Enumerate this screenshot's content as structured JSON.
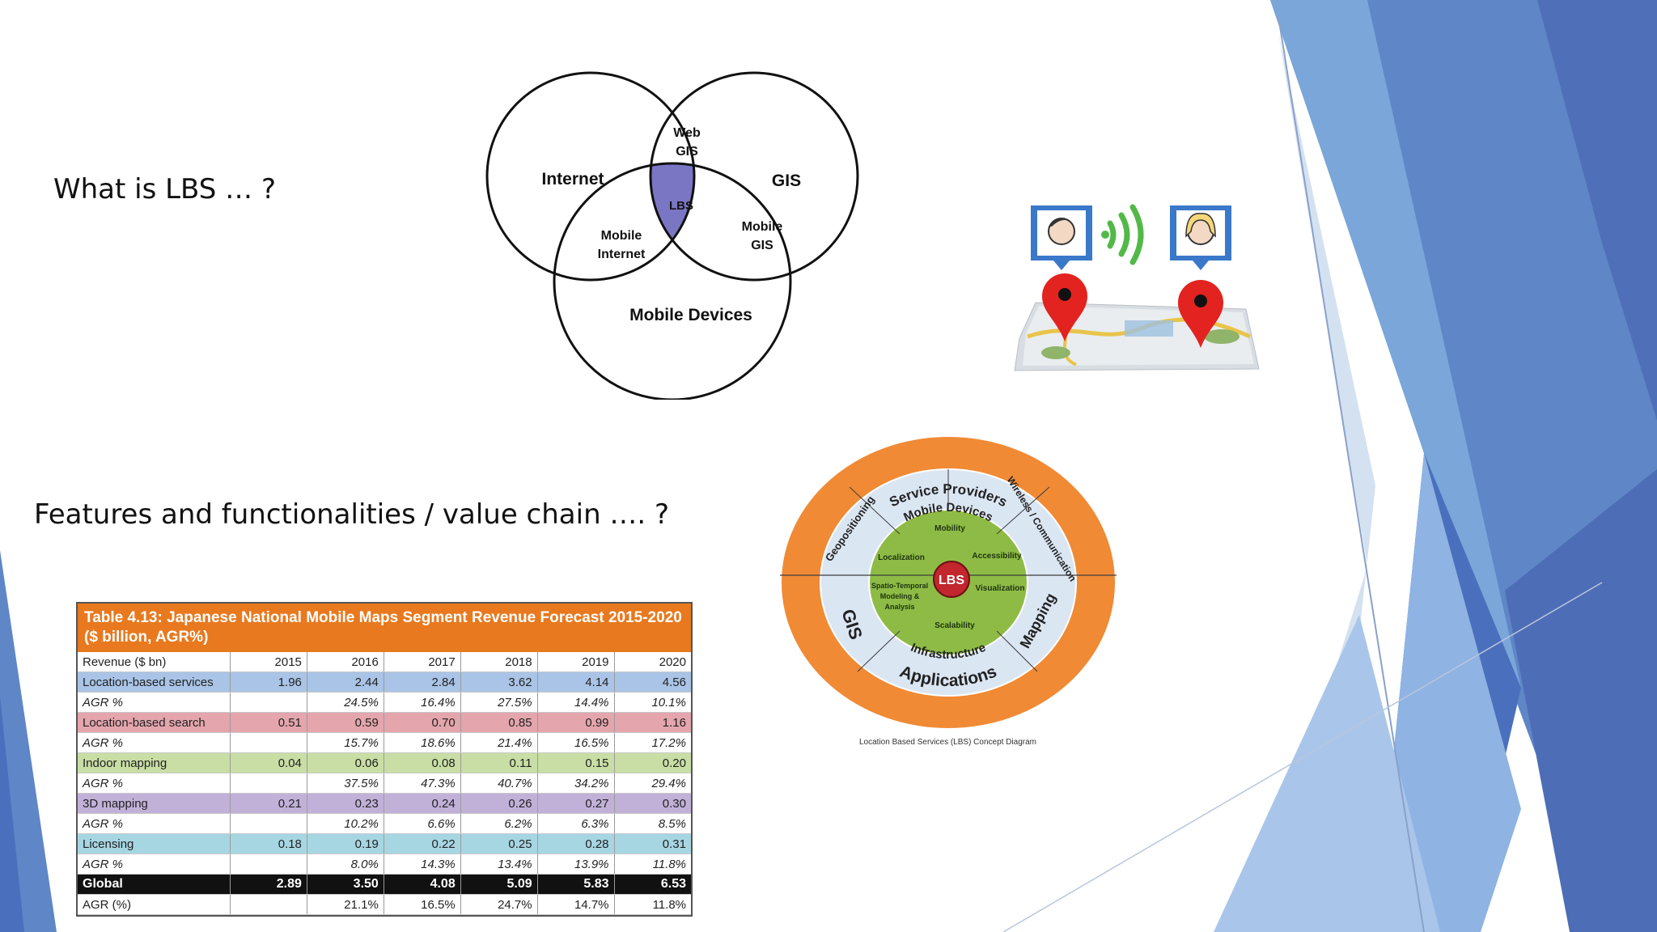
{
  "slide": {
    "question_1": "What is LBS … ?",
    "question_2": "Features and functionalities / value chain  …. ?"
  },
  "venn": {
    "internet": "Internet",
    "gis": "GIS",
    "mobile_devices": "Mobile Devices",
    "web_gis_1": "Web",
    "web_gis_2": "GIS",
    "mobile_internet_1": "Mobile",
    "mobile_internet_2": "Internet",
    "mobile_gis_1": "Mobile",
    "mobile_gis_2": "GIS",
    "center": "LBS",
    "center_color": "#7b76c4"
  },
  "wheel": {
    "outer_top": "Service Providers",
    "outer_bottom": "Applications",
    "ring_top": "Mobile Devices",
    "ring_left_top": "Geopositioning",
    "ring_right_top": "Wireless / Communication",
    "ring_left": "GIS",
    "ring_right": "Mapping",
    "ring_bottom": "Infrastructure",
    "inner_top": "Mobility",
    "inner_left_top": "Localization",
    "inner_right_top": "Accessibility",
    "inner_left_1": "Spatio-Temporal",
    "inner_left_2": "Modeling &",
    "inner_left_3": "Analysis",
    "inner_right": "Visualization",
    "inner_bottom": "Scalability",
    "hub": "LBS",
    "caption": "Location Based Services (LBS) Concept Diagram",
    "colors": {
      "outer": "#f08a35",
      "ring": "#dbe6f3",
      "inner": "#8dbb45",
      "hub": "#c1272d"
    }
  },
  "table": {
    "title": "Table 4.13: Japanese National Mobile Maps Segment Revenue Forecast 2015-2020 ($ billion, AGR%)",
    "headers": [
      "Revenue ($ bn)",
      "2015",
      "2016",
      "2017",
      "2018",
      "2019",
      "2020"
    ],
    "rows": [
      {
        "label": "Location-based services",
        "values": [
          "1.96",
          "2.44",
          "2.84",
          "3.62",
          "4.14",
          "4.56"
        ],
        "color": "#a9c4e6",
        "kind": "value"
      },
      {
        "label": "AGR %",
        "values": [
          "",
          "24.5%",
          "16.4%",
          "27.5%",
          "14.4%",
          "10.1%"
        ],
        "color": "",
        "kind": "agr"
      },
      {
        "label": "Location-based search",
        "values": [
          "0.51",
          "0.59",
          "0.70",
          "0.85",
          "0.99",
          "1.16"
        ],
        "color": "#e4a5ad",
        "kind": "value"
      },
      {
        "label": "AGR %",
        "values": [
          "",
          "15.7%",
          "18.6%",
          "21.4%",
          "16.5%",
          "17.2%"
        ],
        "color": "",
        "kind": "agr"
      },
      {
        "label": "Indoor mapping",
        "values": [
          "0.04",
          "0.06",
          "0.08",
          "0.11",
          "0.15",
          "0.20"
        ],
        "color": "#c9dea5",
        "kind": "value"
      },
      {
        "label": "AGR %",
        "values": [
          "",
          "37.5%",
          "47.3%",
          "40.7%",
          "34.2%",
          "29.4%"
        ],
        "color": "",
        "kind": "agr"
      },
      {
        "label": "3D mapping",
        "values": [
          "0.21",
          "0.23",
          "0.24",
          "0.26",
          "0.27",
          "0.30"
        ],
        "color": "#c1b1d8",
        "kind": "value"
      },
      {
        "label": "AGR %",
        "values": [
          "",
          "10.2%",
          "6.6%",
          "6.2%",
          "6.3%",
          "8.5%"
        ],
        "color": "",
        "kind": "agr"
      },
      {
        "label": "Licensing",
        "values": [
          "0.18",
          "0.19",
          "0.22",
          "0.25",
          "0.28",
          "0.31"
        ],
        "color": "#a7d6e3",
        "kind": "value"
      },
      {
        "label": "AGR %",
        "values": [
          "",
          "8.0%",
          "14.3%",
          "13.4%",
          "13.9%",
          "11.8%"
        ],
        "color": "",
        "kind": "agr"
      },
      {
        "label": "Global",
        "values": [
          "2.89",
          "3.50",
          "4.08",
          "5.09",
          "5.83",
          "6.53"
        ],
        "color": "#111111",
        "kind": "global"
      },
      {
        "label": "AGR (%)",
        "values": [
          "",
          "21.1%",
          "16.5%",
          "24.7%",
          "14.7%",
          "11.8%"
        ],
        "color": "",
        "kind": "agr-last"
      }
    ]
  },
  "theme": {
    "blue_dark": "#4f6fb8",
    "blue_mid": "#6c97d0",
    "blue_light": "#a9c6ea"
  }
}
